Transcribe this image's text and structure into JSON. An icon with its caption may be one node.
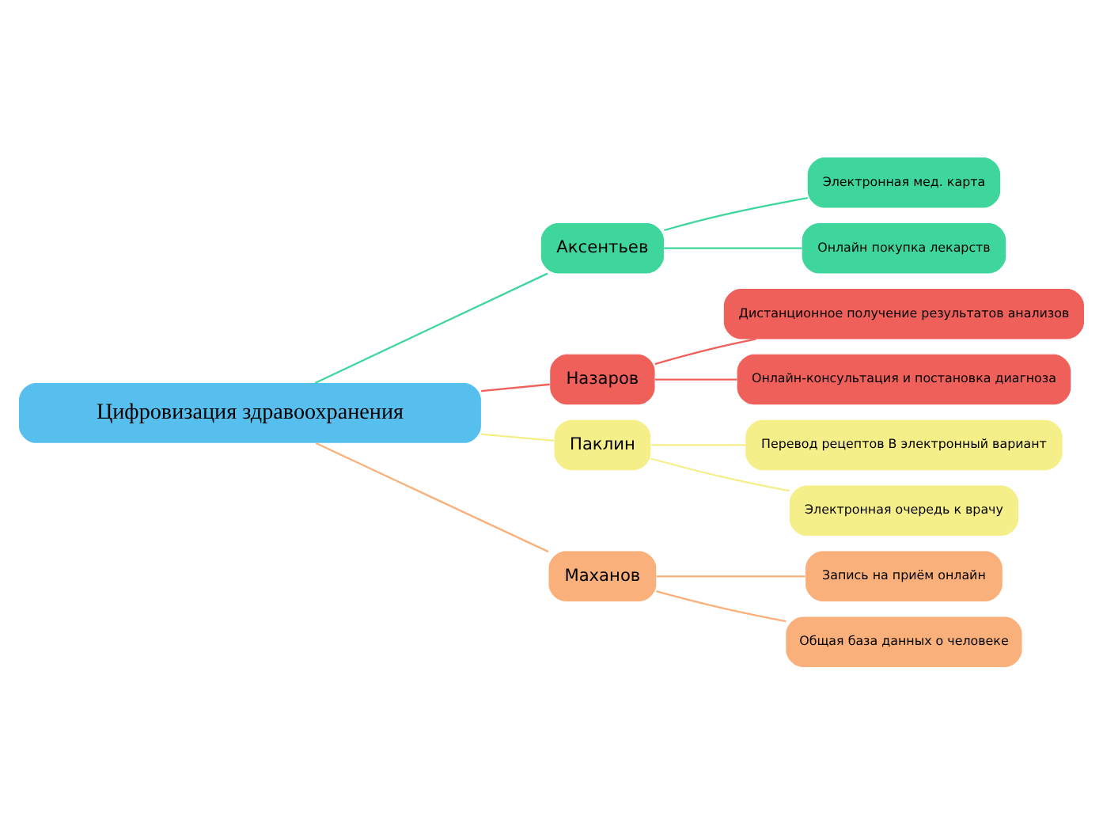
{
  "diagram": {
    "nodes": [
      {
        "text": [
          "Цифровизация здравоохранения"
        ]
      },
      {
        "text": [
          "Аксентьев"
        ]
      },
      {
        "text": [
          "Электронная мед. карта"
        ]
      },
      {
        "text": [
          "Онлайн покупка лекарств"
        ]
      },
      {
        "text": [
          "Назаров"
        ]
      },
      {
        "text": [
          "Дистанционное получение результатов анализов"
        ]
      },
      {
        "text": [
          "Онлайн-консультация и постановка диагноза"
        ]
      },
      {
        "text": [
          "Паклин"
        ]
      },
      {
        "text": [
          "Перевод рецептов В электронный вариант"
        ]
      },
      {
        "text": [
          "Электронная очередь к врачу"
        ]
      },
      {
        "text": [
          "Маханов"
        ]
      },
      {
        "text": [
          "Запись на приём онлайн"
        ]
      },
      {
        "text": [
          "Общая база данных о человеке"
        ]
      }
    ],
    "edges": [
      {
        "from": 0,
        "to": 1,
        "arrow": "none",
        "color": "#3ed69c"
      },
      {
        "from": 1,
        "to": 2,
        "arrow": "none",
        "color": "#3ed69c"
      },
      {
        "from": 1,
        "to": 3,
        "arrow": "none",
        "color": "#3ed69c"
      },
      {
        "from": 0,
        "to": 4,
        "arrow": "none",
        "color": "#f0605a"
      },
      {
        "from": 4,
        "to": 5,
        "arrow": "none",
        "color": "#f0605a"
      },
      {
        "from": 4,
        "to": 6,
        "arrow": "none",
        "color": "#f0605a"
      },
      {
        "from": 0,
        "to": 7,
        "arrow": "none",
        "color": "#f5ef8a"
      },
      {
        "from": 7,
        "to": 8,
        "arrow": "none",
        "color": "#f5ef8a"
      },
      {
        "from": 7,
        "to": 9,
        "arrow": "none",
        "color": "#f5ef8a"
      },
      {
        "from": 0,
        "to": 10,
        "arrow": "none",
        "color": "#f9b07a"
      },
      {
        "from": 10,
        "to": 11,
        "arrow": "none",
        "color": "#f9b07a"
      },
      {
        "from": 10,
        "to": 12,
        "arrow": "none",
        "color": "#f9b07a"
      }
    ]
  }
}
